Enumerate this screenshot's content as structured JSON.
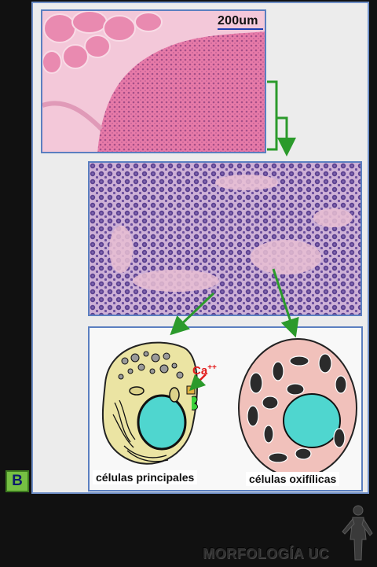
{
  "figure": {
    "scale_label": "200um",
    "panel_badge": "B",
    "label_principal": "células principales",
    "label_oxyphil": "células oxifílicas",
    "calcium_base": "Ca",
    "calcium_charge": "++",
    "brand": "MORFOLOGÍA UC"
  },
  "colors": {
    "frame": "#5b7fc0",
    "arrow": "#2b9a2b",
    "calcium": "#e21b1b",
    "nucleus": "#4fd6cf",
    "principal_cell": "#ebe4a3",
    "oxyphil_cell": "#f1c1bb",
    "badge": "#76c043"
  }
}
